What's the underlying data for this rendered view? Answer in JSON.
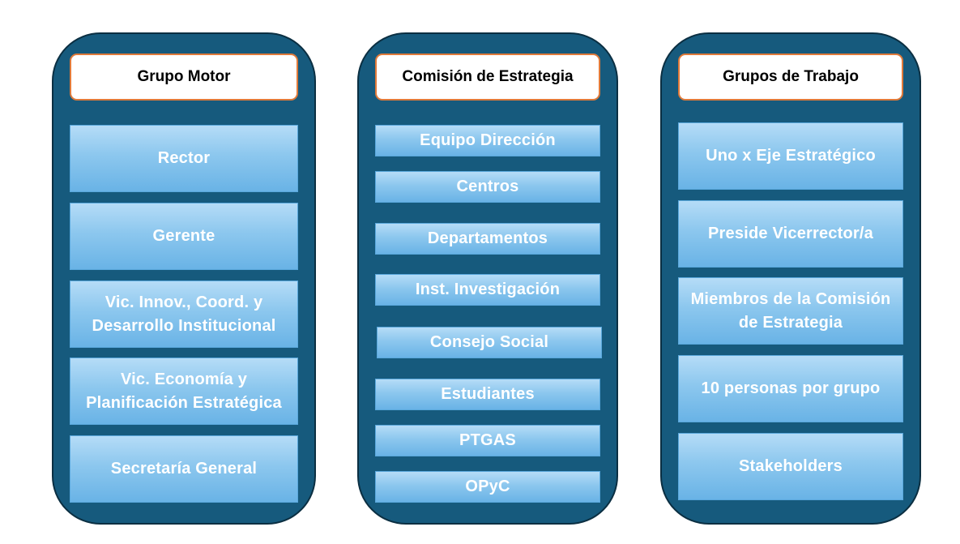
{
  "columns": [
    {
      "title": "Grupo Motor",
      "items": [
        "Rector",
        "Gerente",
        "Vic. Innov., Coord. y Desarrollo Institucional",
        "Vic. Economía y Planificación Estratégica",
        "Secretaría General"
      ]
    },
    {
      "title": "Comisión de Estrategia",
      "items": [
        "Equipo Dirección",
        "Centros",
        "Departamentos",
        "Inst. Investigación",
        "Consejo Social",
        "Estudiantes",
        "PTGAS",
        "OPyC"
      ]
    },
    {
      "title": "Grupos de Trabajo",
      "items": [
        "Uno x Eje Estratégico",
        "Preside Vicerrector/a",
        "Miembros de la Comisión de Estrategia",
        "10 personas por grupo",
        "Stakeholders"
      ]
    }
  ],
  "colors": {
    "panel": "#165a7d",
    "header_border": "#e07a3a",
    "item_fill": "#8cc7ee",
    "item_text": "#ffffff"
  }
}
